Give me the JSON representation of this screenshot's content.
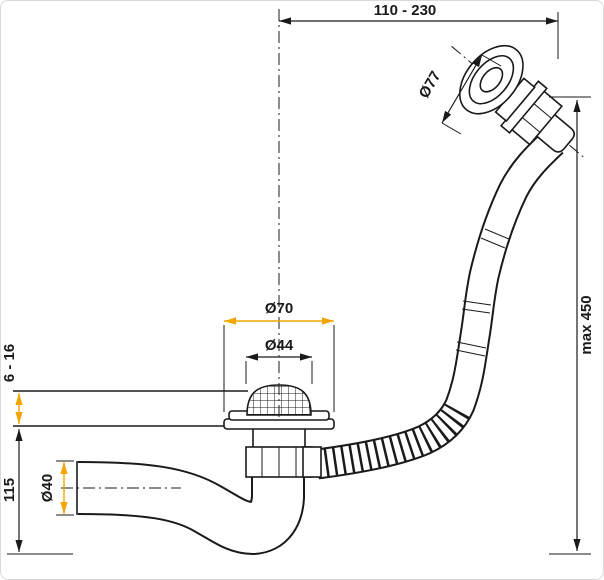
{
  "drawing_title": "bath-waste-and-overflow-technical-drawing",
  "colors": {
    "line": "#1a1a1a",
    "accent_arrow": "#f0a500",
    "background": "#ffffff"
  },
  "dimensions": {
    "horizontal_reach": "110 - 230",
    "overflow_cap": "Ø77",
    "max_hose_height": "max 450",
    "flange": "Ø70",
    "plug": "Ø44",
    "panel_thickness": "6 - 16",
    "trap_depth": "115",
    "pipe": "Ø40"
  }
}
